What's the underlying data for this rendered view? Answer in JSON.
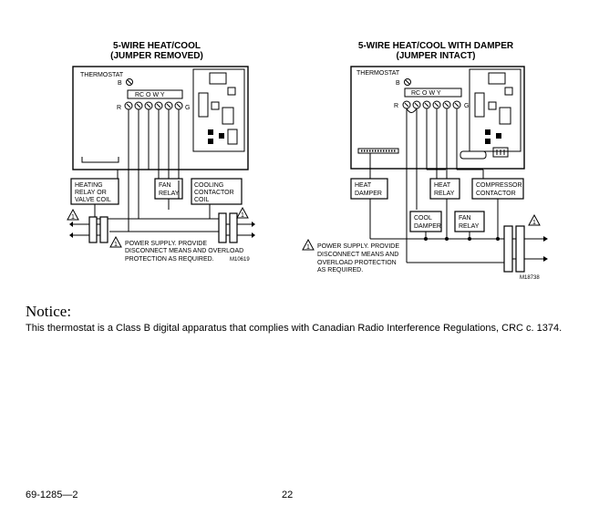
{
  "diagram_left": {
    "title_line1": "5-WIRE HEAT/COOL",
    "title_line2": "(JUMPER REMOVED)",
    "thermostat_label": "THERMOSTAT",
    "terminal_b": "B",
    "terminal_row": "RC O W Y",
    "terminal_r": "R",
    "terminal_g": "G",
    "heating_relay_line1": "HEATING",
    "heating_relay_line2": "RELAY OR",
    "heating_relay_line3": "VALVE COIL",
    "fan_relay_line1": "FAN",
    "fan_relay_line2": "RELAY",
    "cooling_line1": "COOLING",
    "cooling_line2": "CONTACTOR",
    "cooling_line3": "COIL",
    "warning_num": "1",
    "power_note_line1": "POWER SUPPLY.  PROVIDE",
    "power_note_line2": "DISCONNECT MEANS AND OVERLOAD",
    "power_note_line3": "PROTECTION AS REQUIRED.",
    "figure_id": "M10619"
  },
  "diagram_right": {
    "title_line1": "5-WIRE HEAT/COOL WITH DAMPER",
    "title_line2": "(JUMPER INTACT)",
    "thermostat_label": "THERMOSTAT",
    "terminal_b": "B",
    "terminal_row": "RC O W Y",
    "terminal_r": "R",
    "terminal_g": "G",
    "heat_damper_line1": "HEAT",
    "heat_damper_line2": "DAMPER",
    "heat_relay_line1": "HEAT",
    "heat_relay_line2": "RELAY",
    "compressor_line1": "COMPRESSOR",
    "compressor_line2": "CONTACTOR",
    "cool_damper_line1": "COOL",
    "cool_damper_line2": "DAMPER",
    "fan_relay_line1": "FAN",
    "fan_relay_line2": "RELAY",
    "warning_num": "1",
    "power_note_line1": "POWER SUPPLY. PROVIDE",
    "power_note_line2": "DISCONNECT MEANS AND",
    "power_note_line3": "OVERLOAD PROTECTION",
    "power_note_line4": "AS REQUIRED.",
    "figure_id": "M18738"
  },
  "notice": {
    "title": "Notice:",
    "body": "This thermostat is a Class B digital apparatus that complies with Canadian Radio Interference Regulations, CRC c. 1374."
  },
  "footer": {
    "doc_number": "69-1285—2",
    "page_number": "22"
  }
}
